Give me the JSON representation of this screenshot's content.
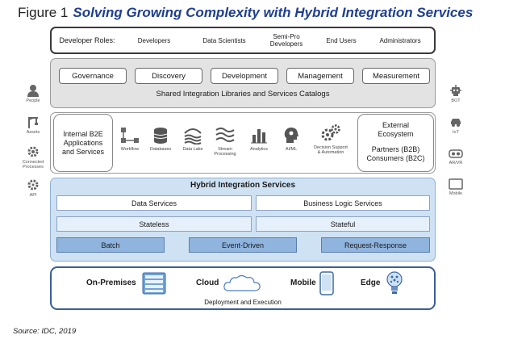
{
  "title": {
    "figure_label": "Figure 1",
    "text": "Solving Growing Complexity with Hybrid Integration Services"
  },
  "roles": {
    "label": "Developer Roles:",
    "items": [
      "Developers",
      "Data Scientists",
      "Semi-Pro\nDevelopers",
      "End Users",
      "Administrators"
    ]
  },
  "capabilities": {
    "pills": [
      "Governance",
      "Discovery",
      "Development",
      "Management",
      "Measurement"
    ],
    "shared_label": "Shared Integration Libraries and Services Catalogs"
  },
  "middle": {
    "left_box": "Internal B2E\nApplications\nand Services",
    "icons": [
      {
        "label": "Workflow",
        "icon": "workflow-icon"
      },
      {
        "label": "Databases",
        "icon": "database-icon"
      },
      {
        "label": "Data Lake",
        "icon": "data-lake-icon"
      },
      {
        "label": "Stream\nProcessing",
        "icon": "stream-icon"
      },
      {
        "label": "Analytics",
        "icon": "analytics-icon"
      },
      {
        "label": "AI/ML",
        "icon": "ai-head-icon"
      },
      {
        "label": "Decision Support\n& Automation",
        "icon": "gears-icon"
      }
    ],
    "right_box": {
      "ecosystem": "External\nEcosystem",
      "partners": "Partners (B2B)\nConsumers (B2C)"
    }
  },
  "hybrid": {
    "title": "Hybrid Integration Services",
    "services": [
      "Data Services",
      "Business Logic Services"
    ],
    "states": [
      "Stateless",
      "Stateful"
    ],
    "modes": [
      "Batch",
      "Event-Driven",
      "Request-Response"
    ]
  },
  "deployment": {
    "targets": [
      "On-Premises",
      "Cloud",
      "Mobile",
      "Edge"
    ],
    "label": "Deployment and Execution"
  },
  "left_side": [
    {
      "label": "People",
      "icon": "person-icon"
    },
    {
      "label": "Assets",
      "icon": "crane-icon"
    },
    {
      "label": "Connected\nProcesses",
      "icon": "gear-icon"
    },
    {
      "label": "API",
      "icon": "api-gear-icon"
    }
  ],
  "right_side": [
    {
      "label": "BOT",
      "icon": "robot-icon"
    },
    {
      "label": "IoT",
      "icon": "car-icon"
    },
    {
      "label": "AR/VR",
      "icon": "vr-goggles-icon"
    },
    {
      "label": "Mobile",
      "icon": "tablet-icon"
    }
  ],
  "colors": {
    "title_blue": "#1f3f8f",
    "panel_blue": "#cfe2f3",
    "dark_blue_bar": "#8fb4de",
    "icon_blue": "#4a7fc0"
  },
  "source": "Source: IDC, 2019"
}
